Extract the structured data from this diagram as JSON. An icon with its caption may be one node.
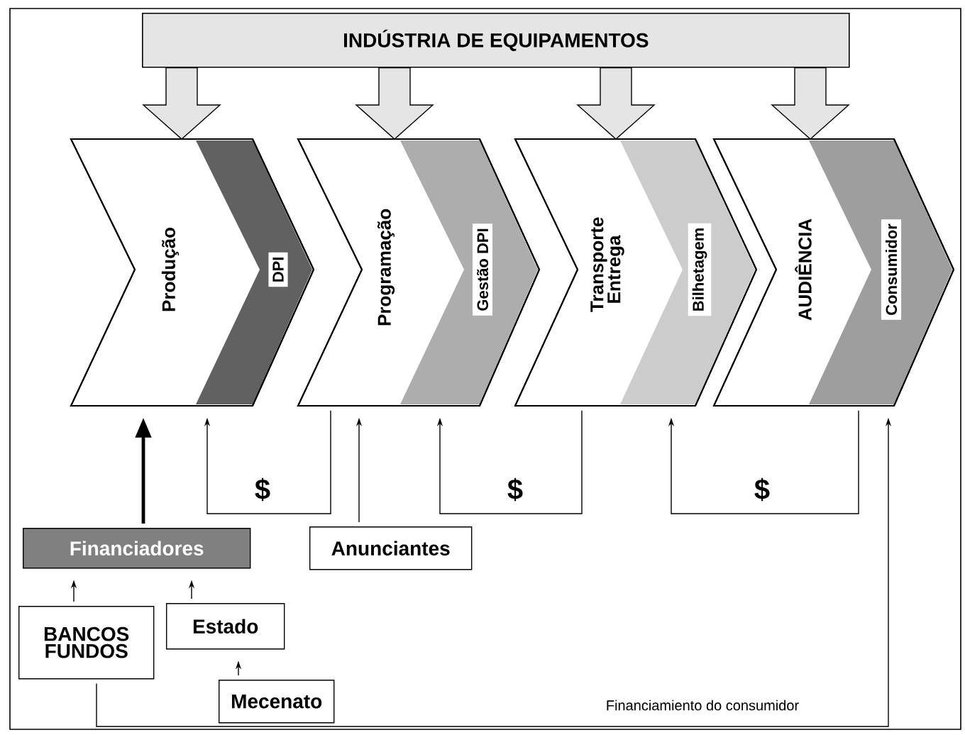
{
  "diagram": {
    "nodes": [
      {
        "text": [
          "INDÚSTRIA DE EQUIPAMENTOS"
        ]
      },
      {
        "text": [
          "Produção",
          "DPI"
        ]
      },
      {
        "text": [
          "Programação",
          "Gestão DPI"
        ]
      },
      {
        "text": [
          "Transporte Entrega",
          "Bilhetagem"
        ]
      },
      {
        "text": [
          "AUDIÊNCIA",
          "Consumidor"
        ]
      },
      {
        "text": [
          "Financiadores"
        ]
      },
      {
        "text": [
          "Anunciantes"
        ]
      },
      {
        "text": [
          "BANCOS FUNDOS"
        ]
      },
      {
        "text": [
          "Estado"
        ]
      },
      {
        "text": [
          "Mecenato"
        ]
      }
    ],
    "edges": [
      {
        "from": 0,
        "to": 1,
        "arrow": "to"
      },
      {
        "from": 0,
        "to": 2,
        "arrow": "to"
      },
      {
        "from": 0,
        "to": 3,
        "arrow": "to"
      },
      {
        "from": 0,
        "to": 4,
        "arrow": "to"
      },
      {
        "from": 5,
        "to": 1,
        "arrow": "to",
        "style": "thick"
      },
      {
        "from": 2,
        "to": 1,
        "arrow": "to",
        "label": "$"
      },
      {
        "from": 6,
        "to": 2,
        "arrow": "to"
      },
      {
        "from": 3,
        "to": 2,
        "arrow": "to",
        "label": "$"
      },
      {
        "from": 4,
        "to": 3,
        "arrow": "to",
        "label": "$"
      },
      {
        "from": 7,
        "to": 5,
        "arrow": "to"
      },
      {
        "from": 8,
        "to": 5,
        "arrow": "to"
      },
      {
        "from": 9,
        "to": 8,
        "arrow": "to"
      },
      {
        "from": 7,
        "to": 4,
        "arrow": "to",
        "label": "Financiamiento do consumidor"
      }
    ]
  }
}
